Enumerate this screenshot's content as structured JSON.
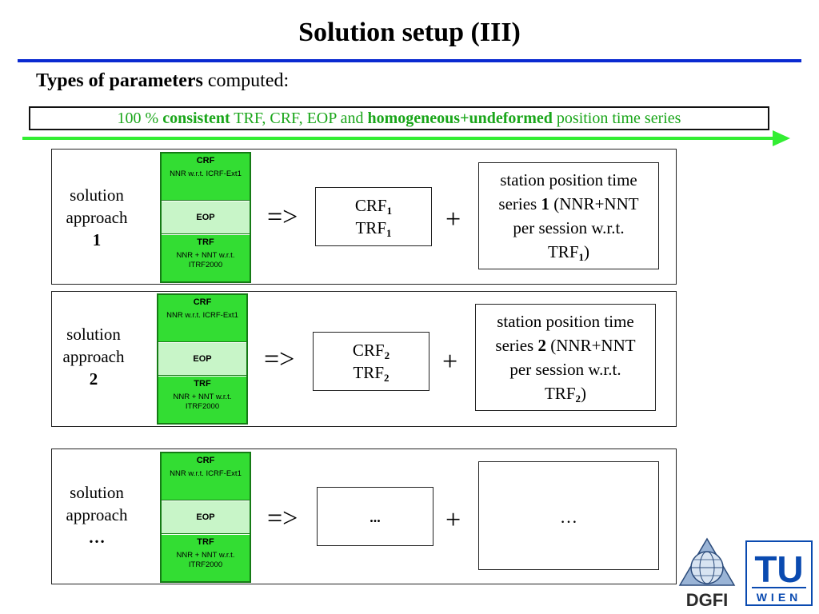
{
  "slide": {
    "title": "Solution setup (III)",
    "subtitle_bold": "Types of parameters",
    "subtitle_rest": " computed:"
  },
  "banner": {
    "p1": "100 % ",
    "b1": "consistent",
    "p2": " TRF, CRF, EOP and ",
    "b2": "homogeneous+undeformed",
    "p3": " position time series"
  },
  "stack": {
    "crf_title": "CRF",
    "crf_sub": "NNR w.r.t. ICRF-Ext1",
    "eop_title": "EOP",
    "trf_title": "TRF",
    "trf_sub": "NNR + NNT w.r.t. ITRF2000"
  },
  "symbols": {
    "implies": "=>",
    "plus": "+"
  },
  "approaches": [
    {
      "line1": "solution",
      "line2": "approach",
      "num": "1",
      "crf": "CRF",
      "trf": "TRF",
      "sub": "1",
      "ts1": "station position time",
      "ts2a": "series ",
      "ts2b": "1",
      "ts2c": " (NNR+NNT",
      "ts3": "per session w.r.t.",
      "ts4a": "TRF",
      "ts4b": ")"
    },
    {
      "line1": "solution",
      "line2": "approach",
      "num": "2",
      "crf": "CRF",
      "trf": "TRF",
      "sub": "2",
      "ts1": "station position time",
      "ts2a": "series ",
      "ts2b": "2",
      "ts2c": " (NNR+NNT",
      "ts3": "per session w.r.t.",
      "ts4a": "TRF",
      "ts4b": ")"
    },
    {
      "line1": "solution",
      "line2": "approach",
      "num": "…",
      "small": "...",
      "big": "…"
    }
  ],
  "logos": {
    "dgfi": "DGFI",
    "tu": "TU",
    "wien": "WIEN"
  },
  "colors": {
    "rule": "#0a2ad1",
    "banner_text": "#1aa61a",
    "arrow": "#33ee33",
    "stack_dark": "#33dd33",
    "stack_light": "#c8f5c8"
  }
}
